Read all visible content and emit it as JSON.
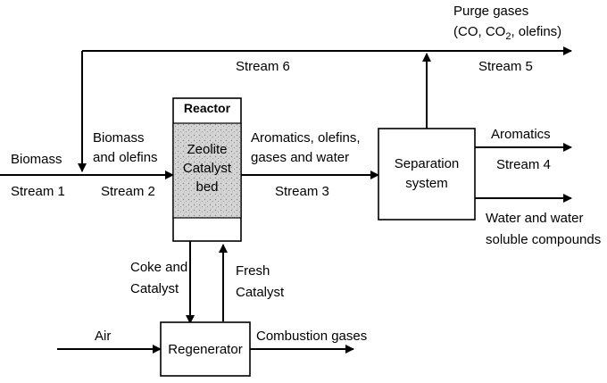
{
  "diagram": {
    "title": "",
    "reactor": {
      "label": "Reactor",
      "bed_line1": "Zeolite",
      "bed_line2": "Catalyst",
      "bed_line3": "bed"
    },
    "separator": {
      "line1": "Separation",
      "line2": "system"
    },
    "regenerator": {
      "label": "Regenerator"
    },
    "labels": {
      "purge_line1": "Purge gases",
      "purge_line2_prefix": "(CO, CO",
      "purge_line2_sub": "2",
      "purge_line2_suffix": ", olefins)",
      "stream6": "Stream 6",
      "stream5": "Stream 5",
      "biomass": "Biomass",
      "stream1": "Stream 1",
      "biomass_olefins_line1": "Biomass",
      "biomass_olefins_line2": "and olefins",
      "stream2": "Stream 2",
      "aromatics_line1": "Aromatics, olefins,",
      "aromatics_line2": "gases and water",
      "stream3": "Stream 3",
      "aromatics": "Aromatics",
      "stream4": "Stream 4",
      "water_line1": "Water and water",
      "water_line2": "soluble compounds",
      "coke_line1": "Coke and",
      "coke_line2": "Catalyst",
      "fresh_line1": "Fresh",
      "fresh_line2": "Catalyst",
      "air": "Air",
      "combustion": "Combustion gases"
    }
  }
}
